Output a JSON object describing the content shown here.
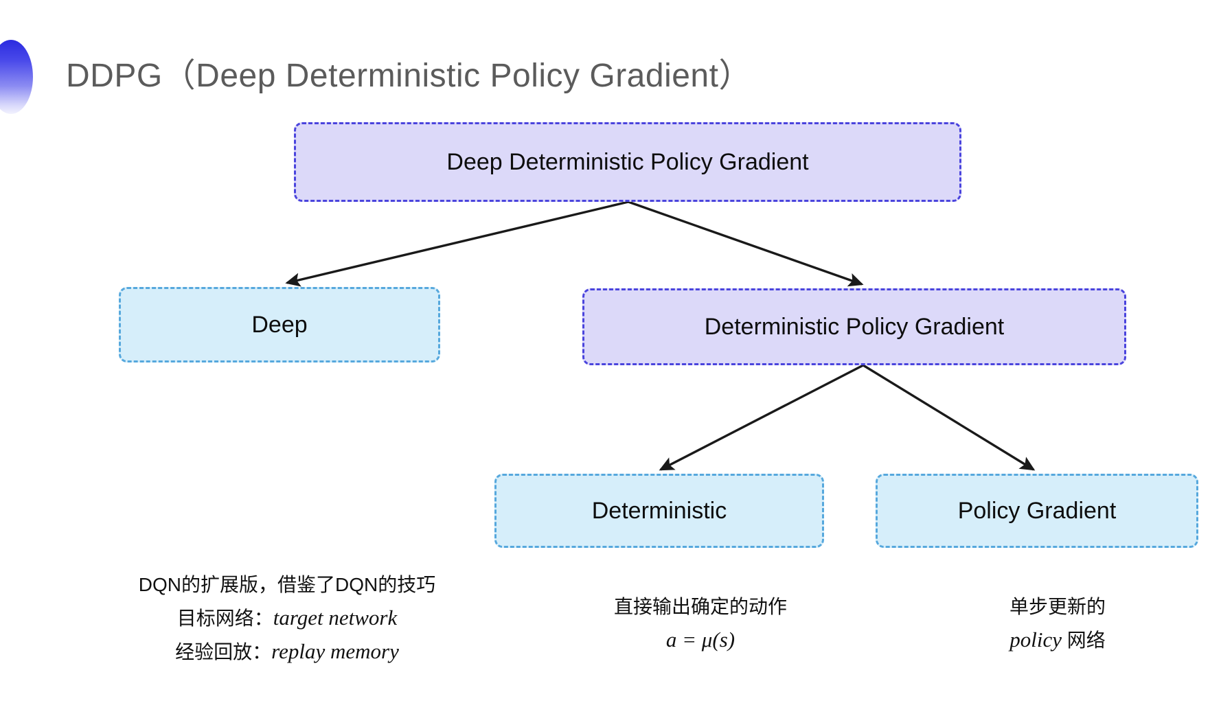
{
  "slide": {
    "title": "DDPG（Deep Deterministic Policy Gradient）",
    "bullet_icon": "half-circle-gradient-bullet",
    "background": "#ffffff"
  },
  "colors": {
    "lavender_fill": "#dcd9f9",
    "lavender_border": "#4a44dd",
    "lightblue_fill": "#d6eefa",
    "lightblue_border": "#56a8dd",
    "title_text": "#5b5b5b",
    "body_text": "#111111",
    "arrow": "#1a1a1a"
  },
  "nodes": {
    "root": {
      "label": "Deep Deterministic Policy Gradient",
      "style": "lavender"
    },
    "deep": {
      "label": "Deep",
      "style": "lightblue"
    },
    "dpg": {
      "label": "Deterministic Policy Gradient",
      "style": "lavender"
    },
    "deterministic": {
      "label": "Deterministic",
      "style": "lightblue"
    },
    "policy_gradient": {
      "label": "Policy Gradient",
      "style": "lightblue"
    }
  },
  "captions": {
    "deep": {
      "line1": "DQN的扩展版，借鉴了DQN的技巧",
      "line2_label": "目标网络：",
      "line2_term": "target network",
      "line3_label": "经验回放：",
      "line3_term": "replay memory"
    },
    "deterministic": {
      "line1": "直接输出确定的动作",
      "formula": "a = μ(s)"
    },
    "policy_gradient": {
      "line1": "单步更新的",
      "line2_term": "policy",
      "line2_suffix": " 网络"
    }
  },
  "edges": [
    {
      "from": "root",
      "to": "deep"
    },
    {
      "from": "root",
      "to": "dpg"
    },
    {
      "from": "dpg",
      "to": "deterministic"
    },
    {
      "from": "dpg",
      "to": "policy_gradient"
    }
  ]
}
